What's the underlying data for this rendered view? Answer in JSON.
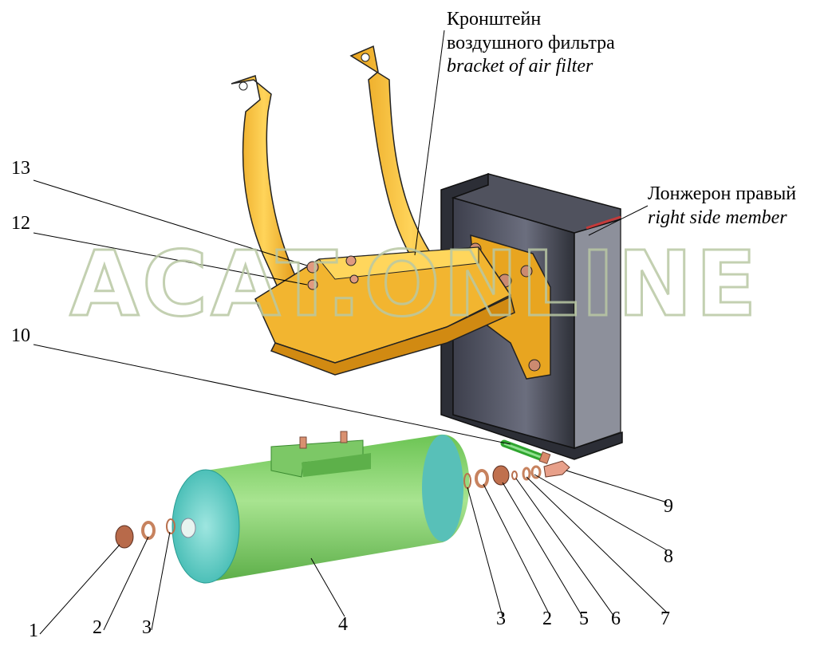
{
  "callouts": {
    "bracket_ru_1": "Кронштейн",
    "bracket_ru_2": "воздушного фильтра",
    "bracket_en": "bracket of air filter",
    "member_ru": "Лонжерон правый",
    "member_en": "right side member"
  },
  "part_numbers": {
    "n13": "13",
    "n12": "12",
    "n10": "10",
    "n9": "9",
    "n8": "8",
    "n7": "7",
    "n6": "6",
    "n5": "5",
    "n4": "4",
    "n3_left": "3",
    "n3_right": "3",
    "n2_left": "2",
    "n2_right": "2",
    "n1": "1"
  },
  "watermark": "ACAT.ONLINE",
  "colors": {
    "bracket": "#f0b830",
    "side_member": "#4a4d5c",
    "receiver": "#78d060",
    "receiver_end": "#5ad0c8",
    "fittings": "#d98a6a",
    "tube": "#3ab83a"
  }
}
